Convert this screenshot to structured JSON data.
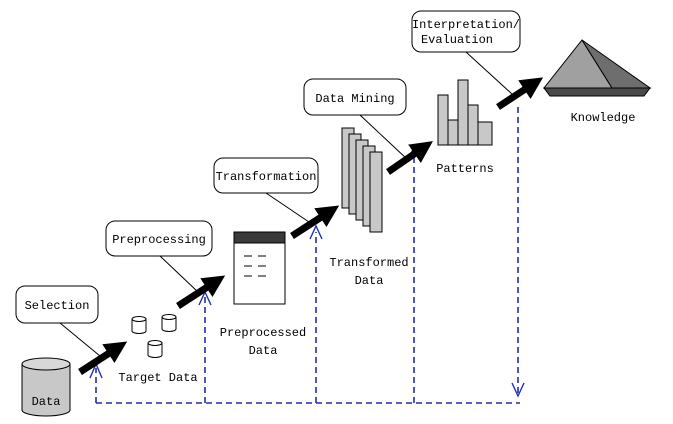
{
  "callouts": {
    "selection": "Selection",
    "preprocessing": "Preprocessing",
    "transformation": "Transformation",
    "data_mining": "Data Mining",
    "interpretation_line1": "Interpretation/",
    "interpretation_line2": "Evaluation"
  },
  "stages": {
    "data": "Data",
    "target_data": "Target Data",
    "preprocessed_line1": "Preprocessed",
    "preprocessed_line2": "Data",
    "transformed_line1": "Transformed",
    "transformed_line2": "Data",
    "patterns": "Patterns",
    "knowledge": "Knowledge"
  },
  "colors": {
    "feedback_dash": "#1f2fb0",
    "arrow": "#000000",
    "shape_fill": "#c8c8c8",
    "header_bar": "#3a3a3a"
  }
}
